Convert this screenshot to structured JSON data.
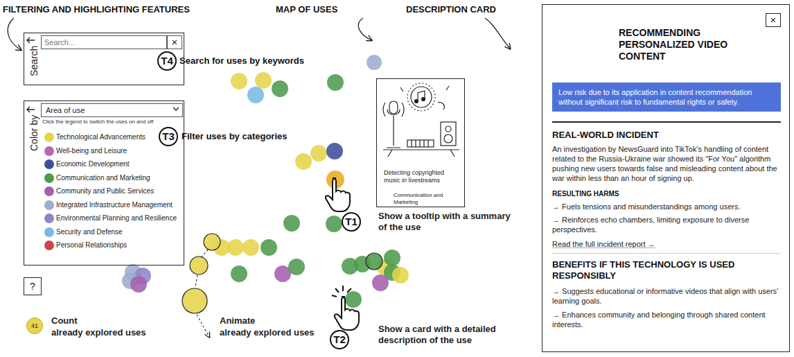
{
  "diagram": {
    "nodes": [
      {
        "text": [
          "Search"
        ]
      },
      {
        "text": [
          "Search..."
        ],
        "in": 0
      },
      {
        "text": [
          "×"
        ],
        "in": 0
      },
      {
        "text": [
          "T4"
        ]
      },
      {
        "text": [
          "Color by",
          "Click the legend to switch the uses on and off"
        ]
      },
      {
        "text": [
          "Area of use"
        ],
        "in": 4
      },
      {
        "text": [
          "T3"
        ]
      },
      {
        "text": [
          "?"
        ]
      },
      {
        "text": [
          "41"
        ]
      },
      {
        "text": [
          "Detecting copyrighted music in livestreams",
          "Communication and Marketing"
        ]
      },
      {
        "text": [
          "T1"
        ]
      },
      {
        "text": [
          "T2"
        ]
      },
      {
        "text": [
          "RECOMMENDING PERSONALIZED VIDEO CONTENT",
          "REAL-WORLD INCIDENT",
          "An investigation by NewsGuard into TikTok's handling of content related to the Russia-Ukraine war showed its \"For You\" algorithm pushing new users towards false and misleading content about the war within less than an hour of signing up.",
          "RESULTING HARMS",
          "→ Fuels tensions and misunderstandings among users.",
          "→ Reinforces echo chambers, limiting exposure to diverse perspectives.",
          "Read the full incident report →",
          "BENEFITS IF THIS TECHNOLOGY IS USED RESPONSIBLY",
          "→ Suggests educational or informative videos that align with users' learning goals.",
          "→ Enhances community and belonging through shared content interests."
        ]
      },
      {
        "text": [
          "×"
        ],
        "in": 12
      },
      {
        "text": [
          "Low risk due to its application in content recommendation without significant risk to fundamental rights or safety."
        ],
        "in": 12
      }
    ],
    "labels": [
      "FILTERING AND HIGHLIGHTING FEATURES",
      "MAP OF USES",
      "DESCRIPTION CARD",
      "Search for uses by keywords",
      "Filter uses by categories",
      "Show a tooltip with a summary of the use",
      "Show a card with a detailed description of the use",
      "Count",
      "already explored uses",
      "Animate",
      "already explored uses"
    ],
    "legend": [
      {
        "text": "Technological Advancements",
        "color": "#e5d54b"
      },
      {
        "text": "Well-being and Leisure",
        "color": "#b866b4"
      },
      {
        "text": "Economic Development",
        "color": "#3e4f9e"
      },
      {
        "text": "Communication and Marketing",
        "color": "#4f9a4f"
      },
      {
        "text": "Community and Public Services",
        "color": "#a55fb0"
      },
      {
        "text": "Integrated Infrastructure Management",
        "color": "#9cadcf"
      },
      {
        "text": "Environmental Planning and Resilience",
        "color": "#8c86c8"
      },
      {
        "text": "Security and Defense",
        "color": "#79b8e6"
      },
      {
        "text": "Personal Relationships",
        "color": "#cc4252"
      }
    ]
  }
}
